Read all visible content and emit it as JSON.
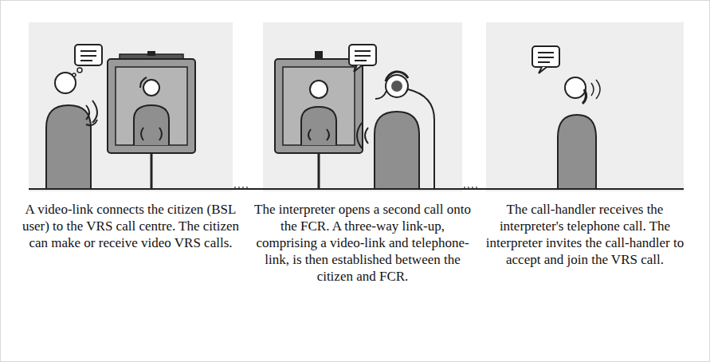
{
  "diagram": {
    "nodes": [
      {
        "text": [
          "A video-link connects the citizen (BSL user) to the VRS call centre. The citizen can make or receive video VRS calls."
        ]
      },
      {
        "text": [
          "The interpreter opens a second call onto the FCR. A three-way link-up, comprising a video-link and telephone-link, is then established between the citizen and FCR."
        ]
      },
      {
        "text": [
          "The call-handler receives the interpreter's telephone call. The interpreter invites the call-handler to accept and join the VRS call."
        ]
      }
    ],
    "edges": [
      {
        "from": 0,
        "to": 1,
        "arrow": "none"
      },
      {
        "from": 1,
        "to": 2,
        "arrow": "none"
      }
    ]
  }
}
